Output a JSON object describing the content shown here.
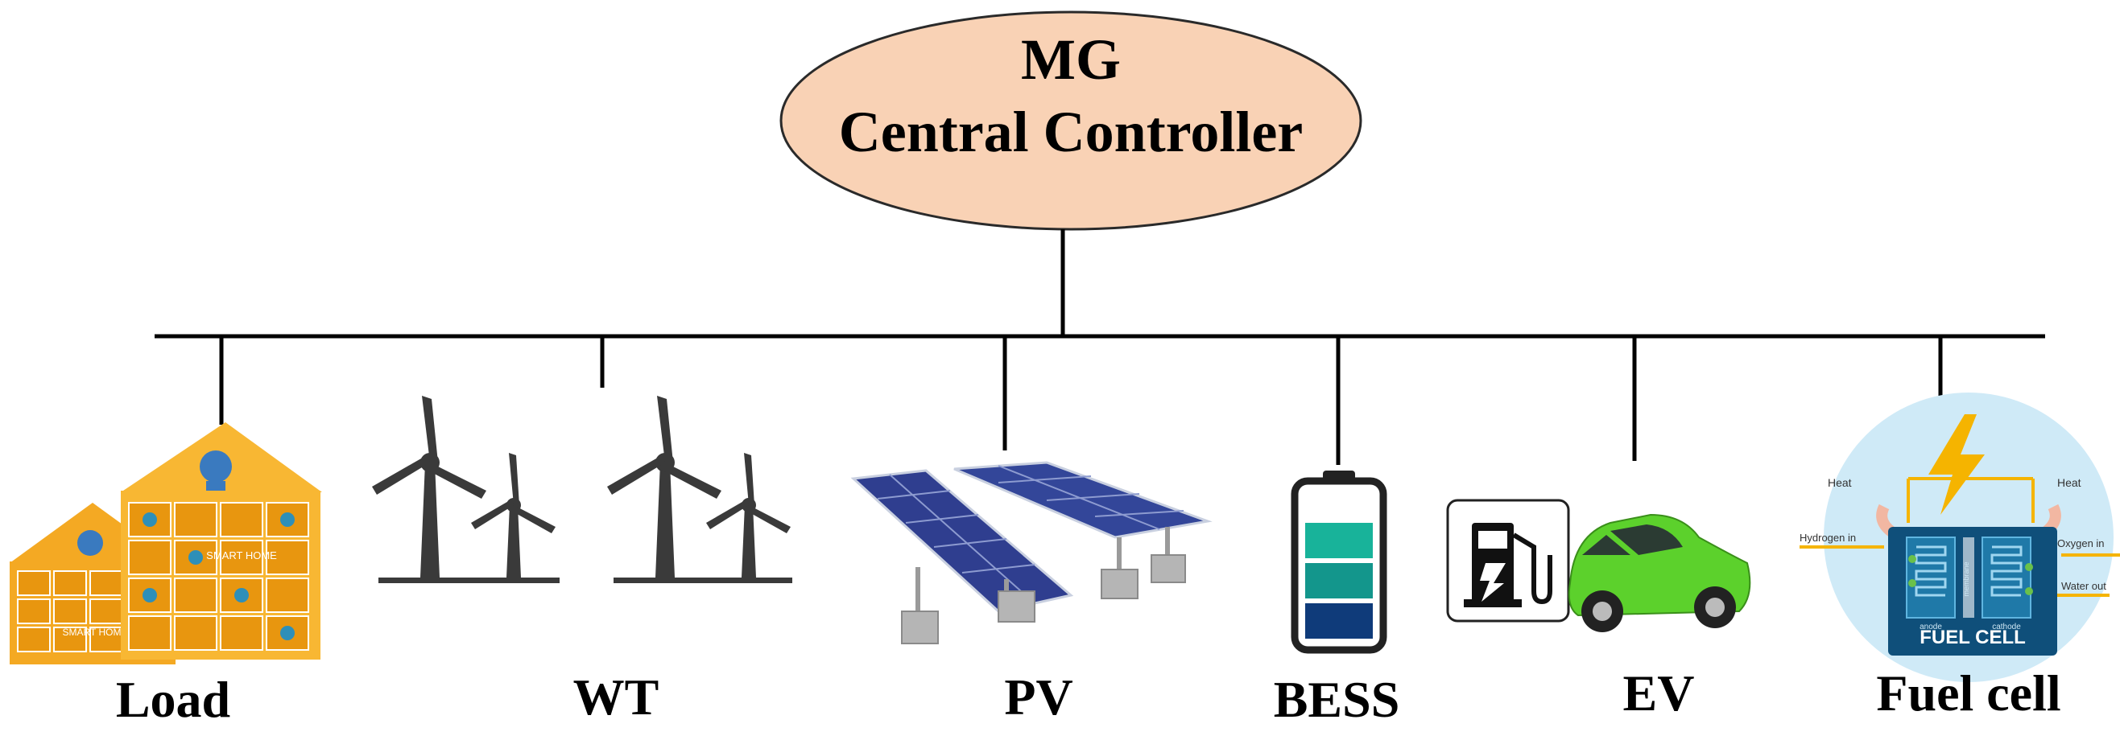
{
  "controller": {
    "line1": "MG",
    "line2": "Central Controller"
  },
  "components": [
    {
      "id": "load",
      "label": "Load"
    },
    {
      "id": "wt",
      "label": "WT"
    },
    {
      "id": "pv",
      "label": "PV"
    },
    {
      "id": "bess",
      "label": "BESS"
    },
    {
      "id": "ev",
      "label": "EV"
    },
    {
      "id": "fuel-cell",
      "label": "Fuel cell"
    }
  ],
  "load_icon": {
    "house_text_1": "SMART HOME",
    "house_text_2": "SMART HOME"
  },
  "fuel_cell_icon": {
    "title": "FUEL CELL",
    "heat_left": "Heat",
    "heat_right": "Heat",
    "hydrogen_in": "Hydrogen in",
    "oxygen_in": "Oxygen in",
    "water_out": "Water out",
    "anode": "anode",
    "cathode": "cathode",
    "membrane": "membrane"
  },
  "colors": {
    "controller_fill": "#f9d2b5",
    "line": "#000000",
    "house": "#f4a923",
    "turbine": "#3a3a3a",
    "panel": "#2f3e8f",
    "battery_top": "#18b39a",
    "battery_mid": "#13968c",
    "battery_bottom": "#0f3b7a",
    "car": "#5cd12c",
    "fuel_bg": "#cfeaf7",
    "fuel_box": "#0f4f7a",
    "bolt": "#f5b400"
  },
  "icons": [
    "smart-home-icon",
    "wind-turbine-icon",
    "solar-panel-icon",
    "battery-icon",
    "fuel-pump-icon",
    "electric-car-icon",
    "fuel-cell-icon",
    "lightning-icon"
  ]
}
